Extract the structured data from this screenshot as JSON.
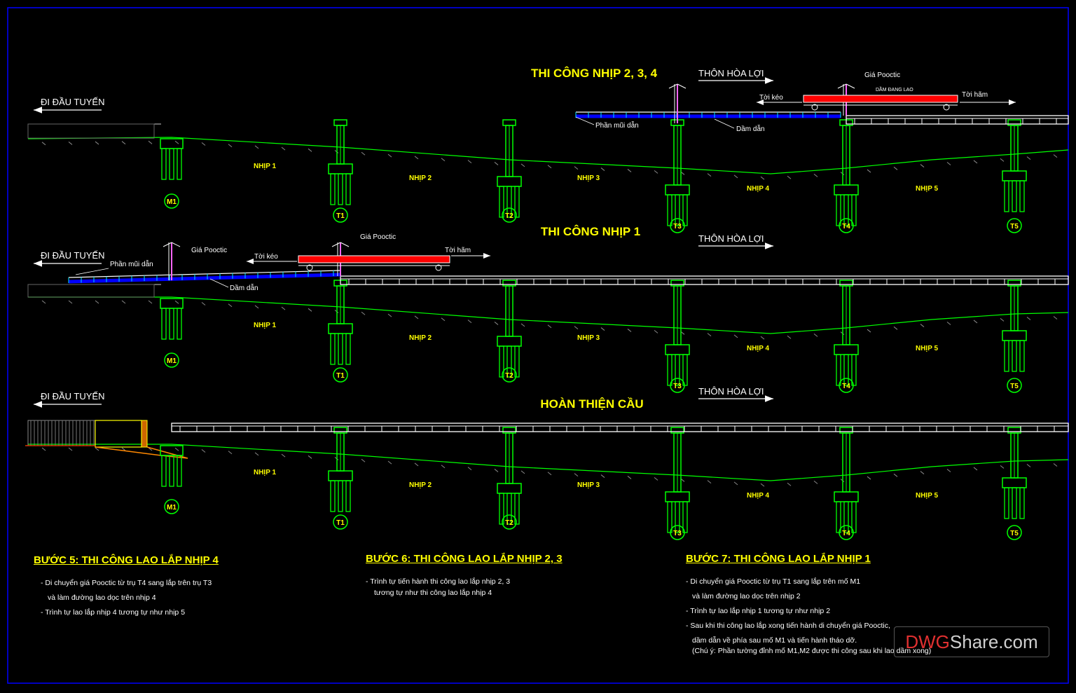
{
  "colors": {
    "background": "#000000",
    "ground": "#00ff00",
    "structure": "#00ff00",
    "deck": "#ffffff",
    "title": "#ffff00",
    "launch_girder": "#0000ff",
    "gantry": "#ff0000",
    "border": "#0000ff"
  },
  "panels": [
    {
      "title": "THI CÔNG NHỊP 2, 3, 4",
      "left_direction": "ĐI ĐẦU TUYẾN",
      "right_direction": "THÔN HÒA LỢI",
      "labels": {
        "gantry": "Giá Pooctic",
        "tow_winch": "Tời kéo",
        "girder_moving": "DẦM ĐANG LAO",
        "brake_winch": "Tời hãm",
        "nose": "Phần mũi dẫn",
        "guide_beam": "Dầm dẫn"
      },
      "spans": [
        "NHỊP 1",
        "NHỊP 2",
        "NHỊP 3",
        "NHỊP 4",
        "NHỊP 5"
      ],
      "supports": [
        "M1",
        "T1",
        "T2",
        "T3",
        "T4",
        "T5"
      ]
    },
    {
      "title": "THI CÔNG NHỊP 1",
      "left_direction": "ĐI ĐẦU TUYẾN",
      "right_direction": "THÔN HÒA LỢI",
      "labels": {
        "gantry_left": "Giá Pooctic",
        "gantry": "Giá Pooctic",
        "tow_winch": "Tời kéo",
        "brake_winch": "Tời hãm",
        "nose": "Phần mũi dẫn",
        "guide_beam": "Dầm dẫn"
      },
      "spans": [
        "NHỊP 1",
        "NHỊP 2",
        "NHỊP 3",
        "NHỊP 4",
        "NHỊP 5"
      ],
      "supports": [
        "M1",
        "T1",
        "T2",
        "T3",
        "T4",
        "T5"
      ]
    },
    {
      "title": "HOÀN THIỆN CẦU",
      "left_direction": "ĐI ĐẦU TUYẾN",
      "right_direction": "THÔN HÒA LỢI",
      "spans": [
        "NHỊP 1",
        "NHỊP 2",
        "NHỊP 3",
        "NHỊP 4",
        "NHỊP 5"
      ],
      "supports": [
        "M1",
        "T1",
        "T2",
        "T3",
        "T4",
        "T5"
      ]
    }
  ],
  "steps": [
    {
      "title": "BƯỚC 5: THI CÔNG LAO LẮP NHỊP 4",
      "lines": [
        {
          "text": "- Di chuyển giá Pooctic từ trụ T4 sang lắp trên trụ T3",
          "indent": false
        },
        {
          "text": "và làm đường lao dọc trên nhịp 4",
          "indent": true
        },
        {
          "text": "- Trình tự lao lắp nhịp 4 tương tự như nhịp 5",
          "indent": false
        }
      ]
    },
    {
      "title": "BƯỚC 6: THI CÔNG LAO LẮP NHỊP 2, 3",
      "lines": [
        {
          "text": "- Trình tự tiến hành thi công lao lắp nhịp 2, 3",
          "indent": false
        },
        {
          "text": "tương tự như thi công lao lắp nhịp 4",
          "indent": true
        }
      ]
    },
    {
      "title": "BƯỚC 7: THI CÔNG LAO LẮP NHỊP 1",
      "lines": [
        {
          "text": "- Di chuyển giá Pooctic từ trụ T1 sang lắp trên mố M1",
          "indent": false
        },
        {
          "text": "và làm đường lao dọc trên nhịp 2",
          "indent": true
        },
        {
          "text": "- Trình tự lao lắp nhịp 1 tương tự như nhịp 2",
          "indent": false
        },
        {
          "text": "- Sau khi thi công lao lắp xong tiến hành di chuyển giá Pooctic,",
          "indent": false
        },
        {
          "text": "dầm dẫn về phía sau mố M1 và tiến hành tháo dỡ.",
          "indent": true
        },
        {
          "text": "(Chú ý: Phần tường đỉnh mố M1,M2 được thi công sau khi lao dầm xong)",
          "indent": true
        }
      ]
    }
  ],
  "watermark": {
    "part1": "DWG",
    "part2": "Share.com"
  }
}
